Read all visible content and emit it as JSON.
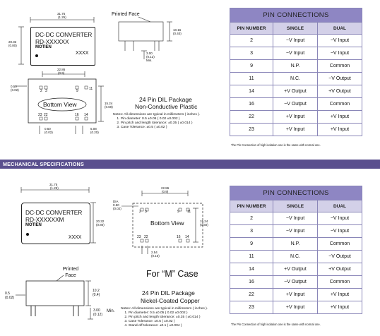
{
  "top": {
    "dim_width": "31.75",
    "dim_width_in": "(1.25)",
    "dim_height": "20.32",
    "dim_height_in": "(0.80)",
    "model_line1": "DC-DC CONVERTER",
    "model_line2": "RD-XXXXXX",
    "brand": "MOTIEN",
    "date_code": "XXXX",
    "printed_face": "Printed Face",
    "side_height": "10.16",
    "side_height_in": "(0.40)",
    "pin_len": "3.00",
    "pin_len_in": "(0.12)",
    "pin_len_min": "Min.",
    "pin_span": "22.86",
    "pin_span_in": "(0.9)",
    "left_dim": "0.50",
    "left_dim_in": "(0.02)",
    "row_span": "15.24",
    "row_span_in": "(0.60)",
    "bottom_left_dim": "0.50",
    "bottom_left_dim_in": "(0.02)",
    "pitch": "5.08",
    "pitch_in": "(0.20)",
    "bottom_view": "Bottom View",
    "pins_top": [
      "2",
      "3",
      "9"
    ],
    "pins_top_right": "11",
    "pins_bottom": [
      "23",
      "22",
      "16",
      "14"
    ],
    "package_title": "24 Pin DIL Package",
    "package_sub": "Non-Conductive Plastic",
    "notes": [
      "Notes: All dimensions are typical in millimeters ( inches ).",
      "    1. Pin diameter: 0.5 ±0.05 ( 0.02 ±0.002 )",
      "    2. Pin pitch and length tolerance: ±0.35 ( ±0.014 )",
      "    3. Case Tolerance: ±0.5 ( ±0.02 )"
    ]
  },
  "table_top": {
    "title": "PIN CONNECTIONS",
    "headers": [
      "PIN NUMBER",
      "SINGLE",
      "DUAL"
    ],
    "rows": [
      [
        "2",
        "−V Input",
        "−V Input"
      ],
      [
        "3",
        "−V Input",
        "−V Input"
      ],
      [
        "9",
        "N.P.",
        "Common"
      ],
      [
        "11",
        "N.C.",
        "−V Output"
      ],
      [
        "14",
        "+V Output",
        "+V Output"
      ],
      [
        "16",
        "−V Output",
        "Common"
      ],
      [
        "22",
        "+V Input",
        "+V Input"
      ],
      [
        "23",
        "+V Input",
        "+V Input"
      ]
    ],
    "footnote": "The Pin Connection of high isolation one is the same with normal one."
  },
  "banner": "MECHANICAL SPECIFICATIONS",
  "bottom": {
    "dim_width": "31.75",
    "dim_width_in": "(1.25)",
    "dim_height": "20.32",
    "dim_height_in": "(0.80)",
    "model_line1": "DC-DC CONVERTER",
    "model_line2": "RD-XXXXXXM",
    "brand": "MOTIEN",
    "date_code": "XXXX",
    "dia": "DIA",
    "dia_val": "0.50",
    "dia_in": "(0.02)",
    "pin_span": "22.86",
    "pin_span_in": "(0.9)",
    "row_span": "15.24",
    "row_span_in": "(0.60)",
    "pitch": "2.54",
    "pitch_in": "(0.10)",
    "bottom_view": "Bottom View",
    "pins_top": [
      "2",
      "3",
      "9",
      "11"
    ],
    "pins_bottom": [
      "23",
      "22",
      "16",
      "14"
    ],
    "m_case": "For “M” Case",
    "printed_face": "Printed Face",
    "left_dim": "0.5",
    "left_dim_in": "(0.02)",
    "side_height": "10.2",
    "side_height_in": "(0.4)",
    "pin_len": "3.00",
    "pin_len_in": "(0.12)",
    "pin_len_min": "Min.",
    "package_title": "24 Pin DIL Package",
    "package_sub": "Nickel-Coated Copper",
    "notes": [
      "Notes: All dimensions are typical in millimeters ( inches ).",
      "    1. Pin diameter: 0.5 ±0.05 ( 0.02 ±0.002 )",
      "    2. Pin pitch and length tolerance: ±0.35 ( ±0.014 )",
      "    3. Case Tolerance: ±0.5 ( ±0.02 )",
      "    4. Stand-off tolerance: ±0.1 ( ±0.004 )"
    ]
  },
  "table_bottom": {
    "title": "PIN CONNECTIONS",
    "headers": [
      "PIN NUMBER",
      "SINGLE",
      "DUAL"
    ],
    "rows": [
      [
        "2",
        "−V Input",
        "−V Input"
      ],
      [
        "3",
        "−V Input",
        "−V Input"
      ],
      [
        "9",
        "N.P.",
        "Common"
      ],
      [
        "11",
        "N.C.",
        "−V Output"
      ],
      [
        "14",
        "+V Output",
        "+V Output"
      ],
      [
        "16",
        "−V Output",
        "Common"
      ],
      [
        "22",
        "+V Input",
        "+V Input"
      ],
      [
        "23",
        "+V Input",
        "+V Input"
      ]
    ],
    "footnote": "The Pin Connection of high isolation one is the same with normal one."
  },
  "colors": {
    "table_title_bg": "#8e86c3",
    "table_header_bg": "#d3d0e8",
    "banner_bg": "#5a4f8e"
  }
}
